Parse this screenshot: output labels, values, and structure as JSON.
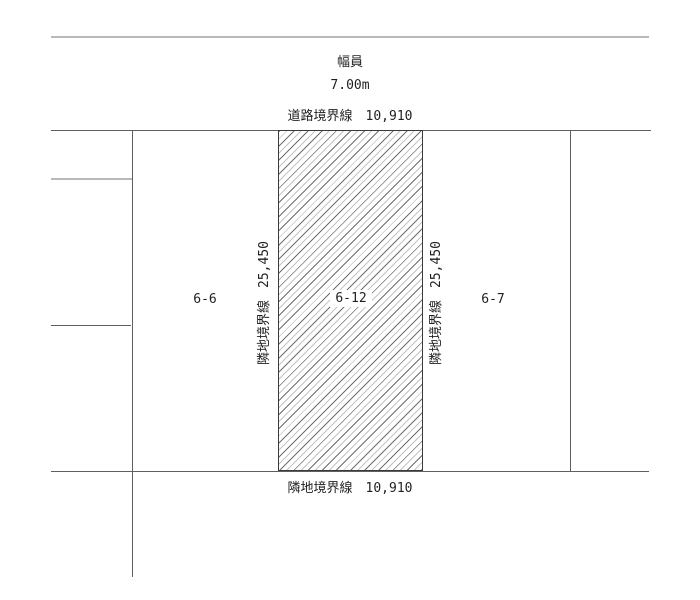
{
  "road": {
    "width_label": "幅員",
    "width_value": "7.00m"
  },
  "boundaries": {
    "top": {
      "label": "道路境界線",
      "value": "10,910"
    },
    "bottom": {
      "label": "隣地境界線",
      "value": "10,910"
    },
    "left": {
      "label": "隣地境界線",
      "value": "25,450"
    },
    "right": {
      "label": "隣地境界線",
      "value": "25,450"
    }
  },
  "parcels": [
    {
      "id": "6-6"
    },
    {
      "id": "6-12"
    },
    {
      "id": "6-7"
    }
  ],
  "colors": {
    "text": "#1f1f1f",
    "line_dark": "#5f5f5f",
    "line_light": "#b9b9b9",
    "hatch_border": "#3a3a3a",
    "hatch_dark": "#6e6e6e",
    "hatch_light": "#c4c4c4"
  }
}
